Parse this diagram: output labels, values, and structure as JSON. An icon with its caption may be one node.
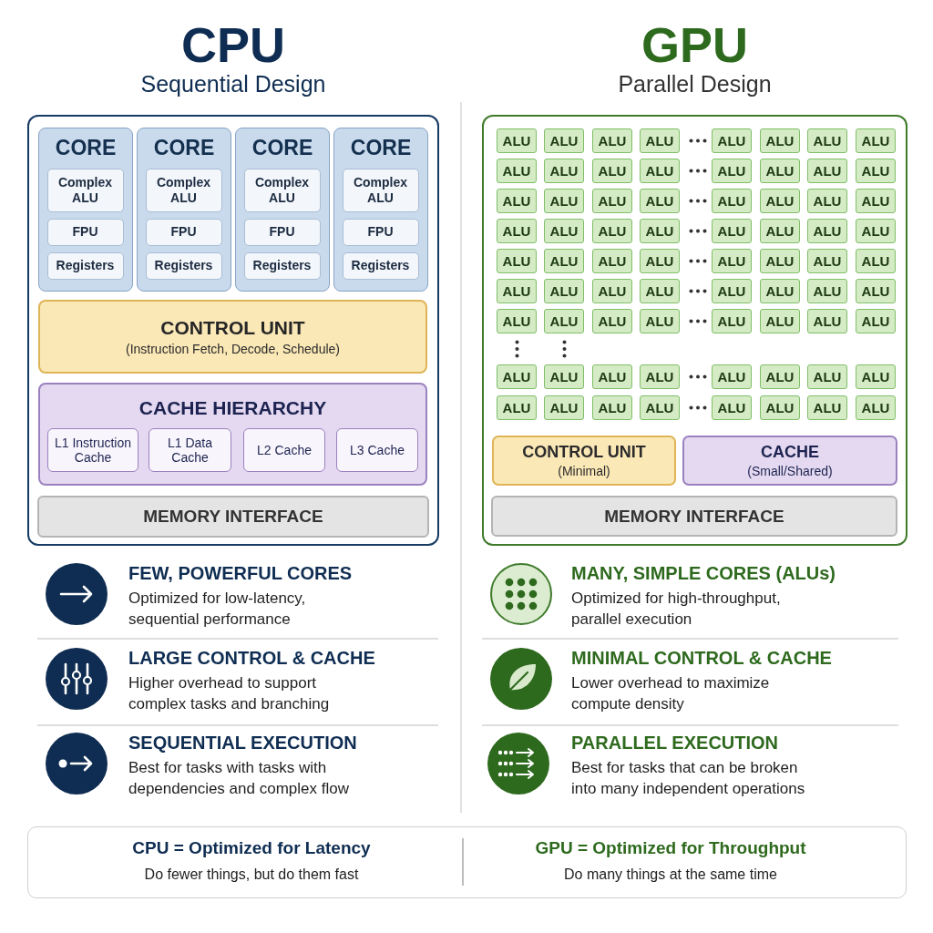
{
  "diagram": {
    "nodes": [
      {
        "text": [
          "CPU",
          "Sequential Design"
        ]
      },
      {
        "text": [
          "CORE"
        ],
        "in": 0
      },
      {
        "text": [
          "Complex ALU"
        ],
        "in": 1
      },
      {
        "text": [
          "FPU"
        ],
        "in": 1
      },
      {
        "text": [
          "Registers"
        ],
        "in": 1
      },
      {
        "text": [
          "CORE"
        ],
        "in": 0
      },
      {
        "text": [
          "Complex ALU"
        ],
        "in": 5
      },
      {
        "text": [
          "FPU"
        ],
        "in": 5
      },
      {
        "text": [
          "Registers"
        ],
        "in": 5
      },
      {
        "text": [
          "CORE"
        ],
        "in": 0
      },
      {
        "text": [
          "Complex ALU"
        ],
        "in": 9
      },
      {
        "text": [
          "FPU"
        ],
        "in": 9
      },
      {
        "text": [
          "Registers"
        ],
        "in": 9
      },
      {
        "text": [
          "CORE"
        ],
        "in": 0
      },
      {
        "text": [
          "Complex ALU"
        ],
        "in": 13
      },
      {
        "text": [
          "FPU"
        ],
        "in": 13
      },
      {
        "text": [
          "Registers"
        ],
        "in": 13
      },
      {
        "text": [
          "CONTROL UNIT",
          "(Instruction Fetch, Decode, Schedule)"
        ],
        "in": 0
      },
      {
        "text": [
          "CACHE HIERARCHY"
        ],
        "in": 0
      },
      {
        "text": [
          "L1 Instruction Cache"
        ],
        "in": 18
      },
      {
        "text": [
          "L1 Data Cache"
        ],
        "in": 18
      },
      {
        "text": [
          "L2 Cache"
        ],
        "in": 18
      },
      {
        "text": [
          "L3 Cache"
        ],
        "in": 18
      },
      {
        "text": [
          "MEMORY INTERFACE"
        ],
        "in": 0
      },
      {
        "text": [
          "GPU",
          "Parallel Design"
        ]
      },
      {
        "text": [
          "ALU"
        ],
        "in": 24
      },
      {
        "text": [
          "ALU"
        ],
        "in": 24
      },
      {
        "text": [
          "ALU"
        ],
        "in": 24
      },
      {
        "text": [
          "ALU"
        ],
        "in": 24
      },
      {
        "text": [
          "ALU"
        ],
        "in": 24
      },
      {
        "text": [
          "ALU"
        ],
        "in": 24
      },
      {
        "text": [
          "ALU"
        ],
        "in": 24
      },
      {
        "text": [
          "ALU"
        ],
        "in": 24
      },
      {
        "text": [
          "ALU"
        ],
        "in": 24
      },
      {
        "text": [
          "ALU"
        ],
        "in": 24
      },
      {
        "text": [
          "ALU"
        ],
        "in": 24
      },
      {
        "text": [
          "ALU"
        ],
        "in": 24
      },
      {
        "text": [
          "ALU"
        ],
        "in": 24
      },
      {
        "text": [
          "ALU"
        ],
        "in": 24
      },
      {
        "text": [
          "ALU"
        ],
        "in": 24
      },
      {
        "text": [
          "ALU"
        ],
        "in": 24
      },
      {
        "text": [
          "ALU"
        ],
        "in": 24
      },
      {
        "text": [
          "ALU"
        ],
        "in": 24
      },
      {
        "text": [
          "ALU"
        ],
        "in": 24
      },
      {
        "text": [
          "ALU"
        ],
        "in": 24
      },
      {
        "text": [
          "ALU"
        ],
        "in": 24
      },
      {
        "text": [
          "ALU"
        ],
        "in": 24
      },
      {
        "text": [
          "ALU"
        ],
        "in": 24
      },
      {
        "text": [
          "ALU"
        ],
        "in": 24
      },
      {
        "text": [
          "ALU"
        ],
        "in": 24
      },
      {
        "text": [
          "ALU"
        ],
        "in": 24
      },
      {
        "text": [
          "ALU"
        ],
        "in": 24
      },
      {
        "text": [
          "ALU"
        ],
        "in": 24
      },
      {
        "text": [
          "ALU"
        ],
        "in": 24
      },
      {
        "text": [
          "ALU"
        ],
        "in": 24
      },
      {
        "text": [
          "ALU"
        ],
        "in": 24
      },
      {
        "text": [
          "ALU"
        ],
        "in": 24
      },
      {
        "text": [
          "ALU"
        ],
        "in": 24
      },
      {
        "text": [
          "ALU"
        ],
        "in": 24
      },
      {
        "text": [
          "ALU"
        ],
        "in": 24
      },
      {
        "text": [
          "ALU"
        ],
        "in": 24
      },
      {
        "text": [
          "ALU"
        ],
        "in": 24
      },
      {
        "text": [
          "ALU"
        ],
        "in": 24
      },
      {
        "text": [
          "ALU"
        ],
        "in": 24
      },
      {
        "text": [
          "ALU"
        ],
        "in": 24
      },
      {
        "text": [
          "ALU"
        ],
        "in": 24
      },
      {
        "text": [
          "ALU"
        ],
        "in": 24
      },
      {
        "text": [
          "ALU"
        ],
        "in": 24
      },
      {
        "text": [
          "ALU"
        ],
        "in": 24
      },
      {
        "text": [
          "ALU"
        ],
        "in": 24
      },
      {
        "text": [
          "ALU"
        ],
        "in": 24
      },
      {
        "text": [
          "ALU"
        ],
        "in": 24
      },
      {
        "text": [
          "ALU"
        ],
        "in": 24
      },
      {
        "text": [
          "ALU"
        ],
        "in": 24
      },
      {
        "text": [
          "ALU"
        ],
        "in": 24
      },
      {
        "text": [
          "ALU"
        ],
        "in": 24
      },
      {
        "text": [
          "ALU"
        ],
        "in": 24
      },
      {
        "text": [
          "ALU"
        ],
        "in": 24
      },
      {
        "text": [
          "ALU"
        ],
        "in": 24
      },
      {
        "text": [
          "ALU"
        ],
        "in": 24
      },
      {
        "text": [
          "ALU"
        ],
        "in": 24
      },
      {
        "text": [
          "ALU"
        ],
        "in": 24
      },
      {
        "text": [
          "ALU"
        ],
        "in": 24
      },
      {
        "text": [
          "ALU"
        ],
        "in": 24
      },
      {
        "text": [
          "ALU"
        ],
        "in": 24
      },
      {
        "text": [
          "ALU"
        ],
        "in": 24
      },
      {
        "text": [
          "ALU"
        ],
        "in": 24
      },
      {
        "text": [
          "ALU"
        ],
        "in": 24
      },
      {
        "text": [
          "ALU"
        ],
        "in": 24
      },
      {
        "text": [
          "ALU"
        ],
        "in": 24
      },
      {
        "text": [
          "ALU"
        ],
        "in": 24
      },
      {
        "text": [
          "ALU"
        ],
        "in": 24
      },
      {
        "text": [
          "ALU"
        ],
        "in": 24
      },
      {
        "text": [
          "ALU"
        ],
        "in": 24
      },
      {
        "text": [
          "ALU"
        ],
        "in": 24
      },
      {
        "text": [
          "ALU"
        ],
        "in": 24
      },
      {
        "text": [
          "ALU"
        ],
        "in": 24
      },
      {
        "text": [
          "CONTROL UNIT",
          "(Minimal)"
        ],
        "in": 24
      },
      {
        "text": [
          "CACHE",
          "(Small/Shared)"
        ],
        "in": 24
      },
      {
        "text": [
          "MEMORY INTERFACE"
        ],
        "in": 24
      },
      {
        "text": [
          "CPU = Optimized for Latency",
          "Do fewer things, but do them fast",
          "GPU = Optimized for Throughput",
          "Do many things at the same time"
        ]
      }
    ],
    "labels": [
      "FEW, POWERFUL CORES",
      "Optimized for low-latency, sequential performance",
      "LARGE CONTROL & CACHE",
      "Higher overhead to support complex tasks and branching",
      "SEQUENTIAL EXECUTION",
      "Best for tasks with tasks with dependencies and complex flow",
      "MANY, SIMPLE CORES (ALUs)",
      "Optimized for high-throughput, parallel execution",
      "MINIMAL CONTROL & CACHE",
      "Lower overhead to maximize compute density",
      "PARALLEL EXECUTION",
      "Best for tasks that can be broken into many independent operations"
    ]
  }
}
